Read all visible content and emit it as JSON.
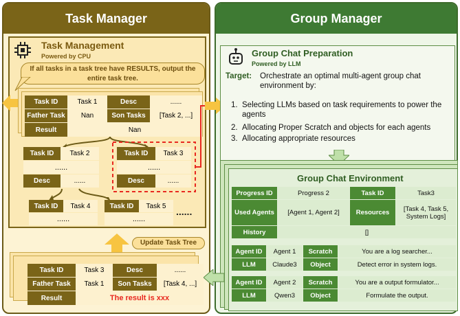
{
  "task_manager": {
    "header": "Task Manager",
    "section_title": "Task Management",
    "section_sub": "Powered by CPU",
    "callout": "If all tasks in a task tree have RESULTS, output the entire task tree.",
    "root": {
      "task_id_label": "Task ID",
      "task_id": "Task 1",
      "desc_label": "Desc",
      "desc": "......",
      "father_label": "Father Task",
      "father": "Nan",
      "son_label": "Son Tasks",
      "son": "[Task 2, ...]",
      "result_label": "Result",
      "result": "Nan"
    },
    "task2": {
      "task_id_label": "Task ID",
      "task_id": "Task 2",
      "mid": "......",
      "desc_label": "Desc",
      "desc": "......"
    },
    "task3": {
      "task_id_label": "Task ID",
      "task_id": "Task 3",
      "mid": "......",
      "desc_label": "Desc",
      "desc": "......"
    },
    "task4": {
      "task_id_label": "Task ID",
      "task_id": "Task 4",
      "mid": "......"
    },
    "task5": {
      "task_id_label": "Task ID",
      "task_id": "Task 5",
      "mid": "......"
    },
    "ellipsis": "......",
    "update_label": "Update Task Tree",
    "bottom": {
      "task_id_label": "Task ID",
      "task_id": "Task 3",
      "desc_label": "Desc",
      "desc": "......",
      "father_label": "Father Task",
      "father": "Task 1",
      "son_label": "Son Tasks",
      "son": "[Task 4, ...]",
      "result_label": "Result",
      "result": "The result is xxx",
      "result_color": "#e8281f"
    }
  },
  "group_manager": {
    "header": "Group Manager",
    "prep_title": "Group Chat Preparation",
    "prep_sub": "Powered by LLM",
    "target_label": "Target:",
    "target_text": "Orchestrate an optimal multi-agent group chat environment by:",
    "steps": [
      {
        "num": "1.",
        "text": "Selecting LLMs based on task requirements to power the agents"
      },
      {
        "num": "2.",
        "text": "Allocating Proper Scratch and objects for each agents"
      },
      {
        "num": "3.",
        "text": "Allocating appropriate resources"
      }
    ],
    "env_title": "Group Chat Environment",
    "env": {
      "progress_label": "Progress ID",
      "progress": "Progress 2",
      "task_label": "Task ID",
      "task": "Task3",
      "agents_label": "Used Agents",
      "agents": "[Agent 1, Agent 2]",
      "resources_label": "Resources",
      "resources": "[Task 4, Task 5, System Logs]",
      "history_label": "History",
      "history": "[]"
    },
    "agents": [
      {
        "id_label": "Agent ID",
        "id": "Agent 1",
        "scratch_label": "Scratch",
        "scratch": "You are a log searcher...",
        "llm_label": "LLM",
        "llm": "Claude3",
        "object_label": "Object",
        "object": "Detect error in system logs."
      },
      {
        "id_label": "Agent ID",
        "id": "Agent 2",
        "scratch_label": "Scratch",
        "scratch": "You are a output formulator...",
        "llm_label": "LLM",
        "llm": "Qwen3",
        "object_label": "Object",
        "object": "Formulate the output."
      }
    ]
  },
  "colors": {
    "brown": "#7a6418",
    "green": "#4b8a33",
    "red": "#e8281f"
  }
}
